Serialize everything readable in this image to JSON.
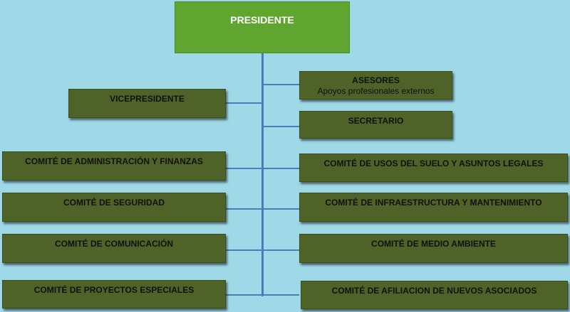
{
  "president": "PRESIDENTE",
  "vicepresident": "VICEPRESIDENTE",
  "advisors": {
    "title": "ASESORES",
    "subtitle": "Apoyos profesionales externos"
  },
  "secretary": "SECRETARIO",
  "left_committees": [
    "COMITÉ DE ADMINISTRACIÓN Y FINANZAS",
    "COMITÉ DE SEGURIDAD",
    "COMITÉ DE COMUNICACIÓN",
    "COMITÉ DE PROYECTOS ESPECIALES"
  ],
  "right_committees": [
    "COMITÉ DE USOS DEL SUELO Y ASUNTOS LEGALES",
    "COMITÉ DE INFRAESTRUCTURA Y MANTENIMIENTO",
    "COMITÉ DE MEDIO AMBIENTE",
    "COMITÉ DE AFILIACION DE NUEVOS ASOCIADOS"
  ],
  "colors": {
    "background": "#9fd9e8",
    "president_box": "#5fa52f",
    "committee_box": "#4f6228",
    "connector": "#4a7dbb"
  }
}
